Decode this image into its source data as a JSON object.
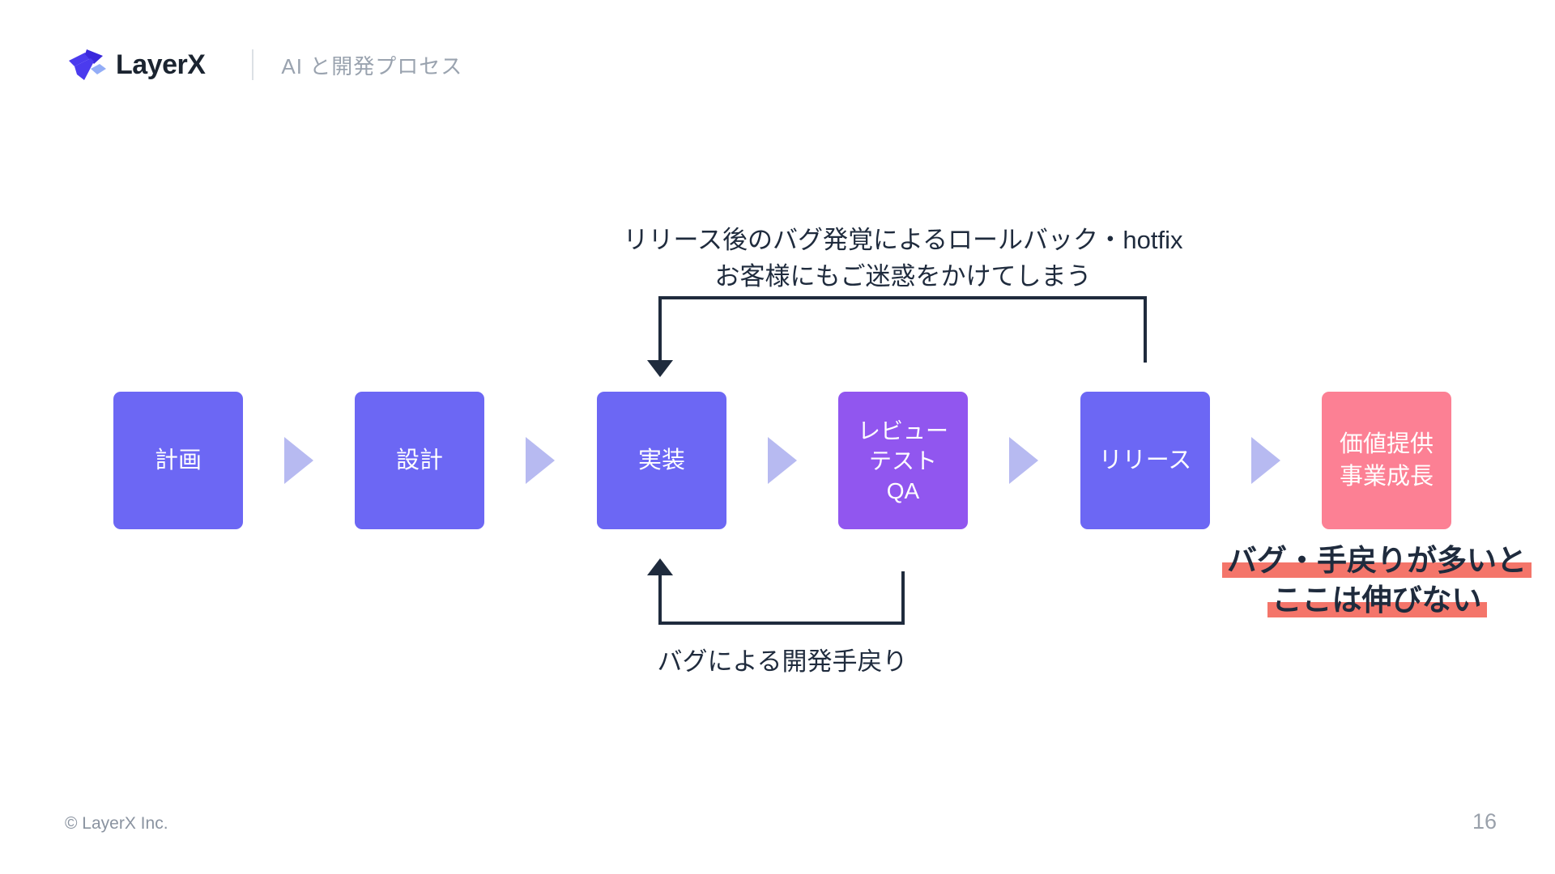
{
  "header": {
    "brand": "LayerX",
    "title": "AI と開発プロセス"
  },
  "flow": {
    "steps": [
      {
        "lines": [
          "計画"
        ],
        "color": "#6c67f4"
      },
      {
        "lines": [
          "設計"
        ],
        "color": "#6c67f4"
      },
      {
        "lines": [
          "実装"
        ],
        "color": "#6c67f4"
      },
      {
        "lines": [
          "レビュー",
          "テスト",
          "QA"
        ],
        "color": "#9156ef"
      },
      {
        "lines": [
          "リリース"
        ],
        "color": "#6c67f4"
      },
      {
        "lines": [
          "価値提供",
          "事業成長"
        ],
        "color": "#fc8094"
      }
    ],
    "connector_color": "#b7baf1"
  },
  "annotations": {
    "arrow_color": "#1f2b3d",
    "top_loop": {
      "line1": "リリース後のバグ発覚によるロールバック・hotfix",
      "line2": "お客様にもご迷惑をかけてしまう"
    },
    "bottom_loop": {
      "label": "バグによる開発手戻り"
    },
    "highlight": {
      "line1": "バグ・手戻りが多いと",
      "line2": "ここは伸びない",
      "highlight_color": "#f4756a",
      "text_color": "#1f2b3d"
    }
  },
  "footer": {
    "copyright": "© LayerX Inc.",
    "page_number": "16"
  }
}
